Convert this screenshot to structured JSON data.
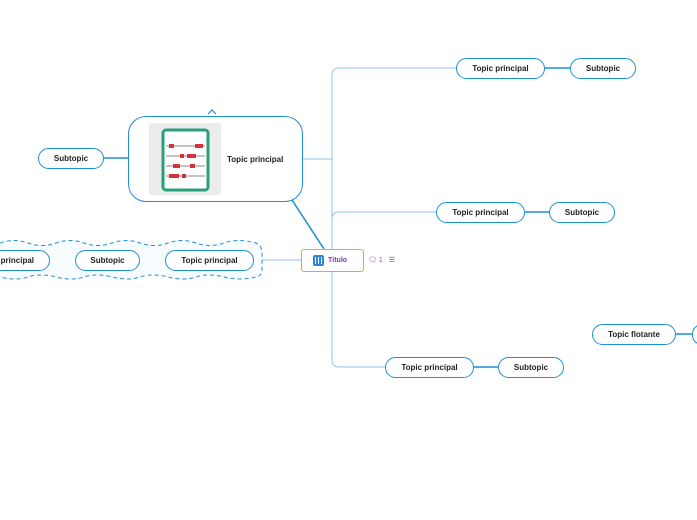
{
  "central": {
    "label": "Título",
    "comment_count": "1"
  },
  "topics": [
    {
      "label": "Topic principal",
      "subtopic": "Subtopic"
    },
    {
      "label": "Topic principal",
      "subtopic": "Subtopic"
    },
    {
      "label": "Topic principal",
      "subtopic": "Subtopic"
    },
    {
      "label": "Topic principal",
      "subtopic": "Subtopic"
    }
  ],
  "left_chain": [
    "principal",
    "Subtopic",
    "Topic principal"
  ],
  "floating": {
    "label": "Topic flotante"
  },
  "colors": {
    "line": "#1f8fd6",
    "central_border": "#f0a030",
    "central_text": "#7a3aa8",
    "abacus_frame": "#2a9d7a",
    "abacus_bead": "#d6323a"
  }
}
